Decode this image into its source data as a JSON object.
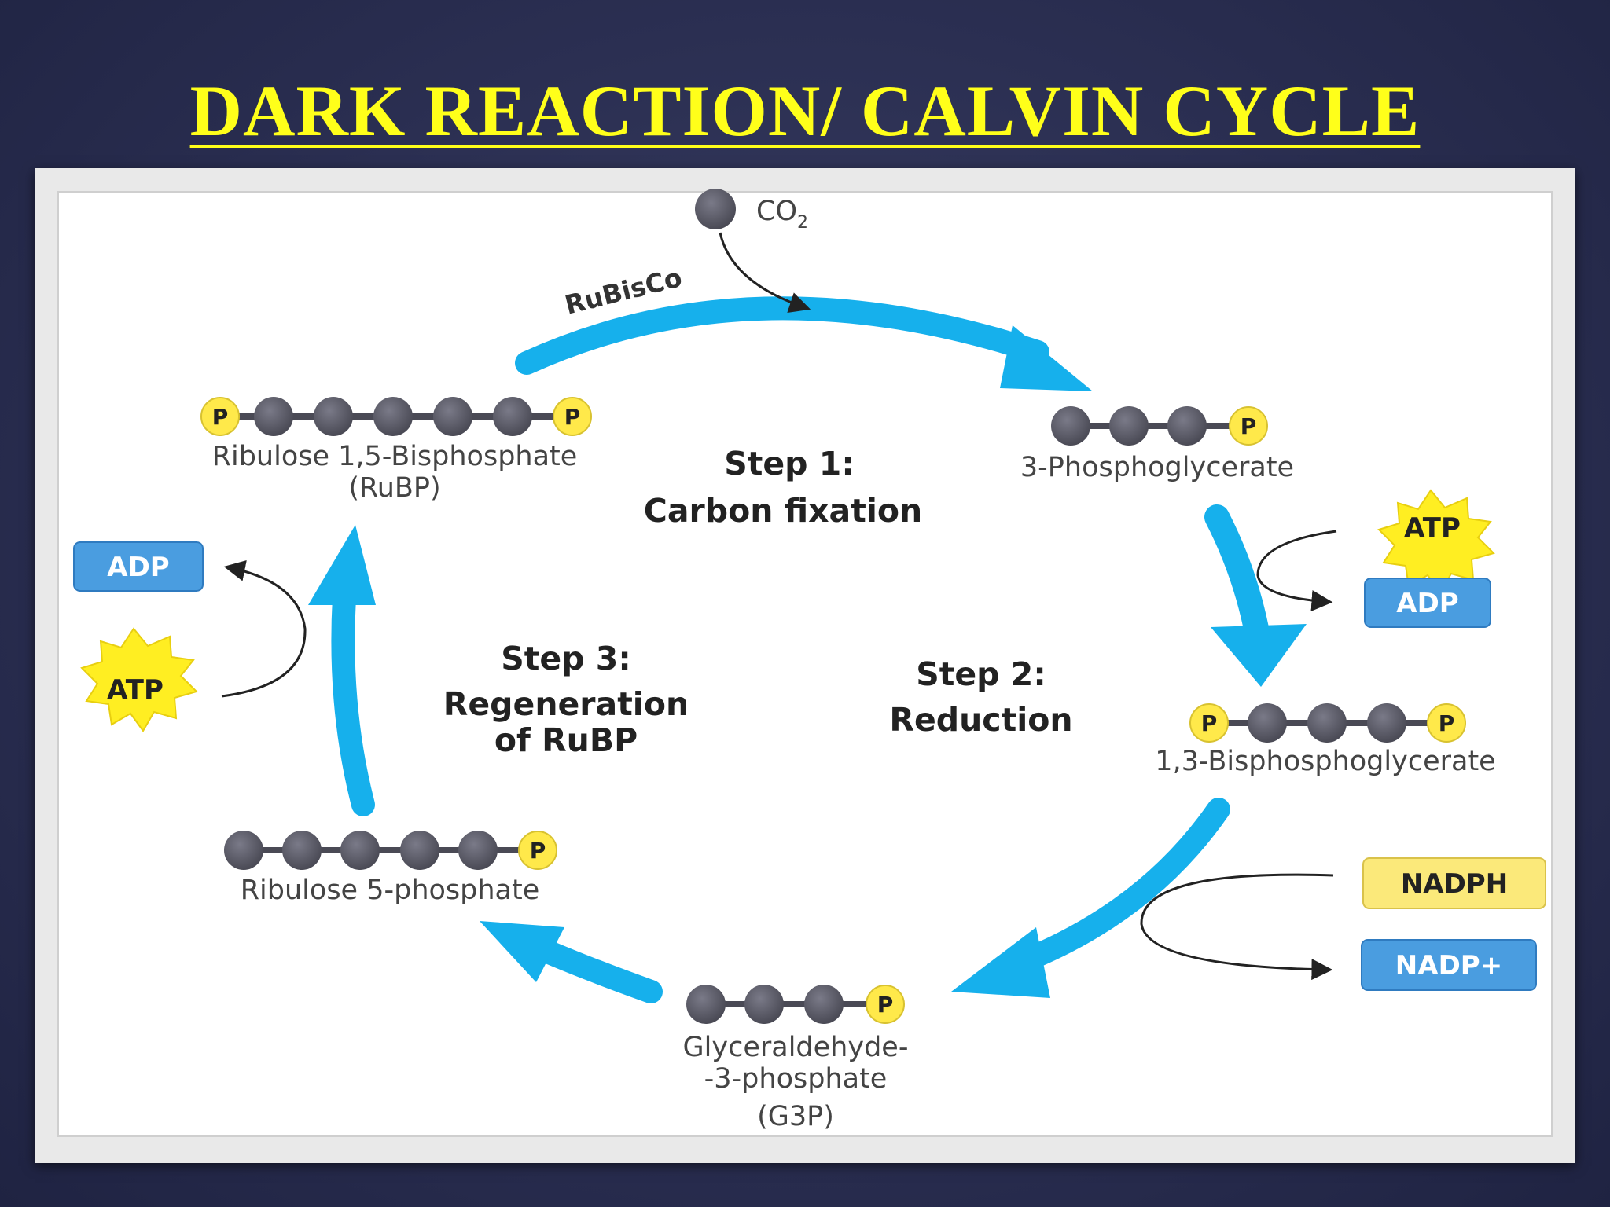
{
  "title": "DARK REACTION/ CALVIN CYCLE",
  "inputs": {
    "co2": "CO",
    "co2_sub": "2",
    "enzyme": "RuBisCo"
  },
  "molecules": {
    "rubp": {
      "line1": "Ribulose 1,5-Bisphosphate",
      "line2": "(RuBP)"
    },
    "pga": {
      "line1": "3-Phosphoglycerate"
    },
    "bpg": {
      "line1": "1,3-Bisphosphoglycerate"
    },
    "g3p": {
      "line1": "Glyceraldehyde-",
      "line2": "-3-phosphate",
      "line3": "(G3P)"
    },
    "ru5p": {
      "line1": "Ribulose 5-phosphate"
    },
    "phosphate": "P"
  },
  "steps": {
    "step1": {
      "title": "Step 1:",
      "name": "Carbon fixation"
    },
    "step2": {
      "title": "Step 2:",
      "name": "Reduction"
    },
    "step3": {
      "title": "Step 3:",
      "name1": "Regeneration",
      "name2": "of RuBP"
    }
  },
  "cofactors": {
    "atp_right": "ATP",
    "adp_right": "ADP",
    "nadph": "NADPH",
    "nadp": "NADP+",
    "atp_left": "ATP",
    "adp_left": "ADP"
  },
  "colors": {
    "arrow": "#16b0ec",
    "carbon": "#5b5b68",
    "phosphate": "#ffe94a",
    "badge_blue": "#4a9de0",
    "badge_yellow": "#fbe97a",
    "title": "#ffff1a"
  }
}
